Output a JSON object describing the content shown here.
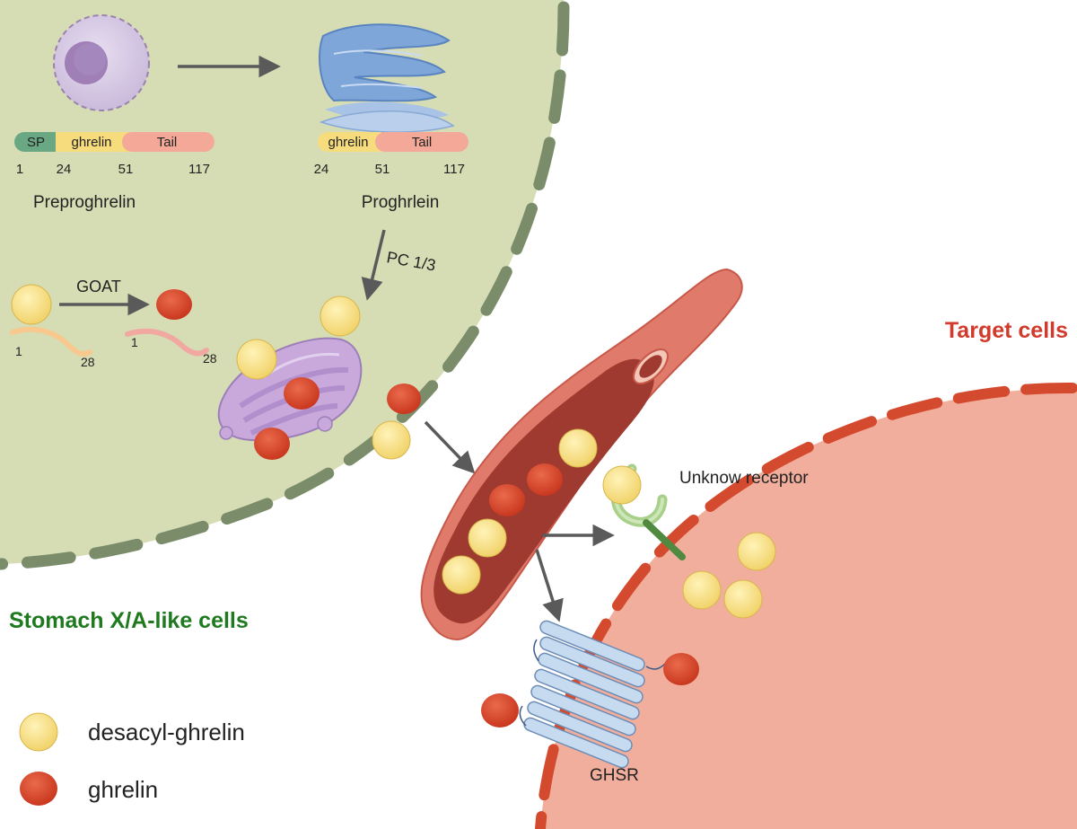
{
  "cell_a": {
    "label": "Stomach X/A-like cells",
    "label_color": "#1f7a1f",
    "fill": "#d6ddb4",
    "membrane": "#7a8c6a"
  },
  "cell_b": {
    "label": "Target cells",
    "label_color": "#d23a2b",
    "fill": "#f2ae9c",
    "membrane": "#d44a2e"
  },
  "preproghrelin": {
    "title": "Preproghrelin",
    "segments": [
      "SP",
      "ghrelin",
      "Tail"
    ],
    "ticks": [
      "1",
      "24",
      "51",
      "117"
    ]
  },
  "proghrelin": {
    "title": "Proghrlein",
    "segments": [
      "ghrelin",
      "Tail"
    ],
    "ticks": [
      "24",
      "51",
      "117"
    ]
  },
  "enzymes": {
    "goat": "GOAT",
    "pc": "PC 1/3"
  },
  "peptide_ends": {
    "desacyl_start": "1",
    "desacyl_end": "28",
    "ghrelin_start": "1",
    "ghrelin_end": "28"
  },
  "receptors": {
    "unknown": "Unknow receptor",
    "ghsr": "GHSR"
  },
  "legend": [
    {
      "label": "desacyl-ghrelin",
      "color": "#f7dc7d"
    },
    {
      "label": "ghrelin",
      "color": "#d9472b"
    }
  ],
  "colors": {
    "desacyl": "#f7dc7d",
    "ghrelin": "#d9472b",
    "segment_sp": "#6aa883",
    "segment_ghrelin": "#f7dc7d",
    "segment_tail": "#f3a898",
    "vessel_outer": "#e07a6a",
    "vessel_inner": "#9e3a30"
  }
}
